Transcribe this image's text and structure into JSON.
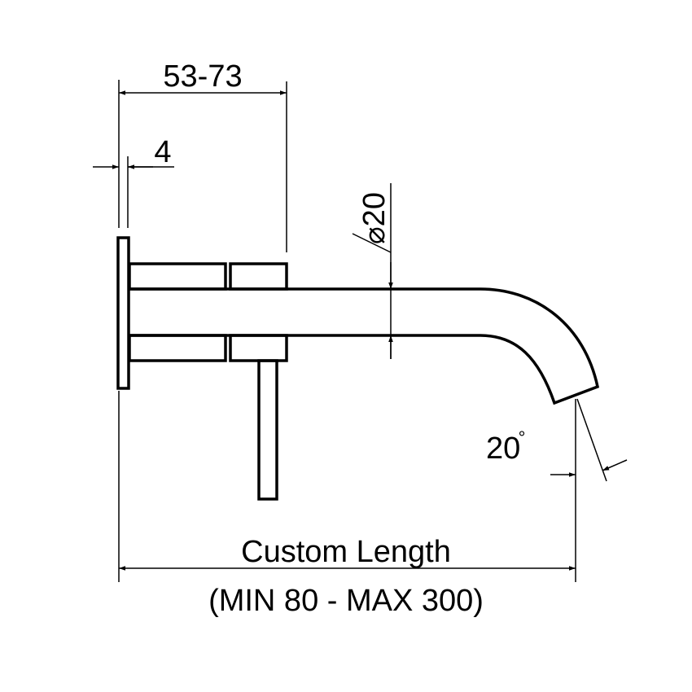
{
  "dimensions": {
    "depth_range": "53-73",
    "plate_thickness": "4",
    "diameter_symbol": "⌀",
    "diameter": "20",
    "angle": "20",
    "angle_unit": "°",
    "length_label": "Custom Length",
    "length_range": "(MIN 80 - MAX 300)"
  },
  "colors": {
    "line": "#000000",
    "background": "#ffffff"
  }
}
